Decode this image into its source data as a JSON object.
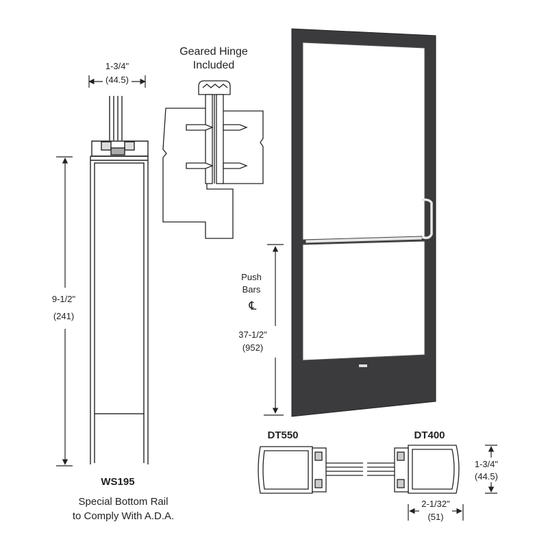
{
  "hinge": {
    "title_line1": "Geared Hinge",
    "title_line2": "Included"
  },
  "stile_top": {
    "dim_frac": "1-3/4\"",
    "dim_mm": "(44.5)"
  },
  "bottom_rail": {
    "height_frac": "9-1/2\"",
    "height_mm": "(241)",
    "model": "WS195",
    "caption_line1": "Special Bottom Rail",
    "caption_line2": "to Comply With A.D.A."
  },
  "push_bars": {
    "label_line1": "Push",
    "label_line2": "Bars",
    "centerline_symbol": "℄",
    "height_frac": "37-1/2\"",
    "height_mm": "(952)"
  },
  "sections": {
    "left_model": "DT550",
    "right_model": "DT400",
    "depth_frac": "1-3/4\"",
    "depth_mm": "(44.5)",
    "width_frac": "2-1/32\"",
    "width_mm": "(51)"
  },
  "colors": {
    "door_finish": "#3b3b3e",
    "line": "#222222",
    "glass": "#ffffff"
  }
}
